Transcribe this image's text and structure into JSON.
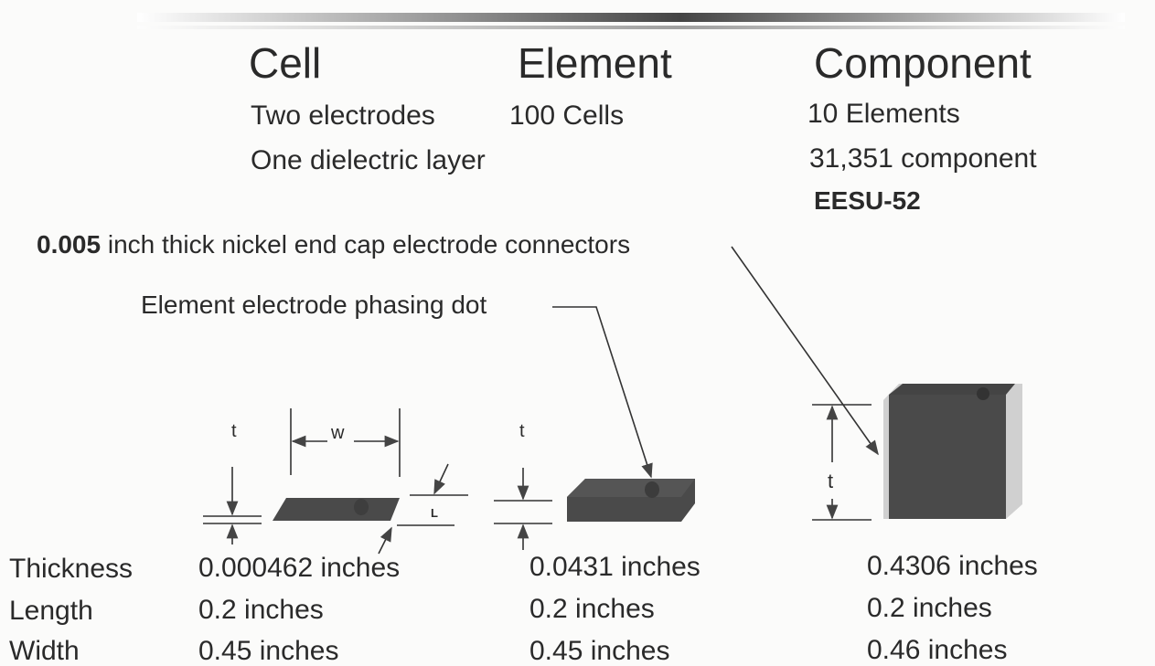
{
  "headers": {
    "cell": "Cell",
    "element": "Element",
    "component": "Component"
  },
  "descriptions": {
    "cell": [
      "Two electrodes",
      "One dielectric layer"
    ],
    "element": [
      "100 Cells"
    ],
    "component": [
      "10 Elements",
      "31,351 component"
    ],
    "component_model": "EESU-52"
  },
  "callouts": {
    "end_cap_bold": "0.005",
    "end_cap_rest": " inch thick nickel end cap electrode connectors",
    "phasing_dot": "Element electrode phasing dot"
  },
  "dimension_labels": {
    "t": "t",
    "w": "w",
    "l": "L"
  },
  "colors": {
    "block": "#4a4a4a",
    "endcap": "#c8c8c8"
  },
  "specs": {
    "row_labels": [
      "Thickness",
      "Length",
      "Width"
    ],
    "cell": [
      "0.000462 inches",
      "0.2 inches",
      "0.45 inches"
    ],
    "element": [
      "0.0431 inches",
      "0.2 inches",
      "0.45 inches"
    ],
    "component": [
      "0.4306 inches",
      "0.2 inches",
      "0.46 inches"
    ]
  }
}
